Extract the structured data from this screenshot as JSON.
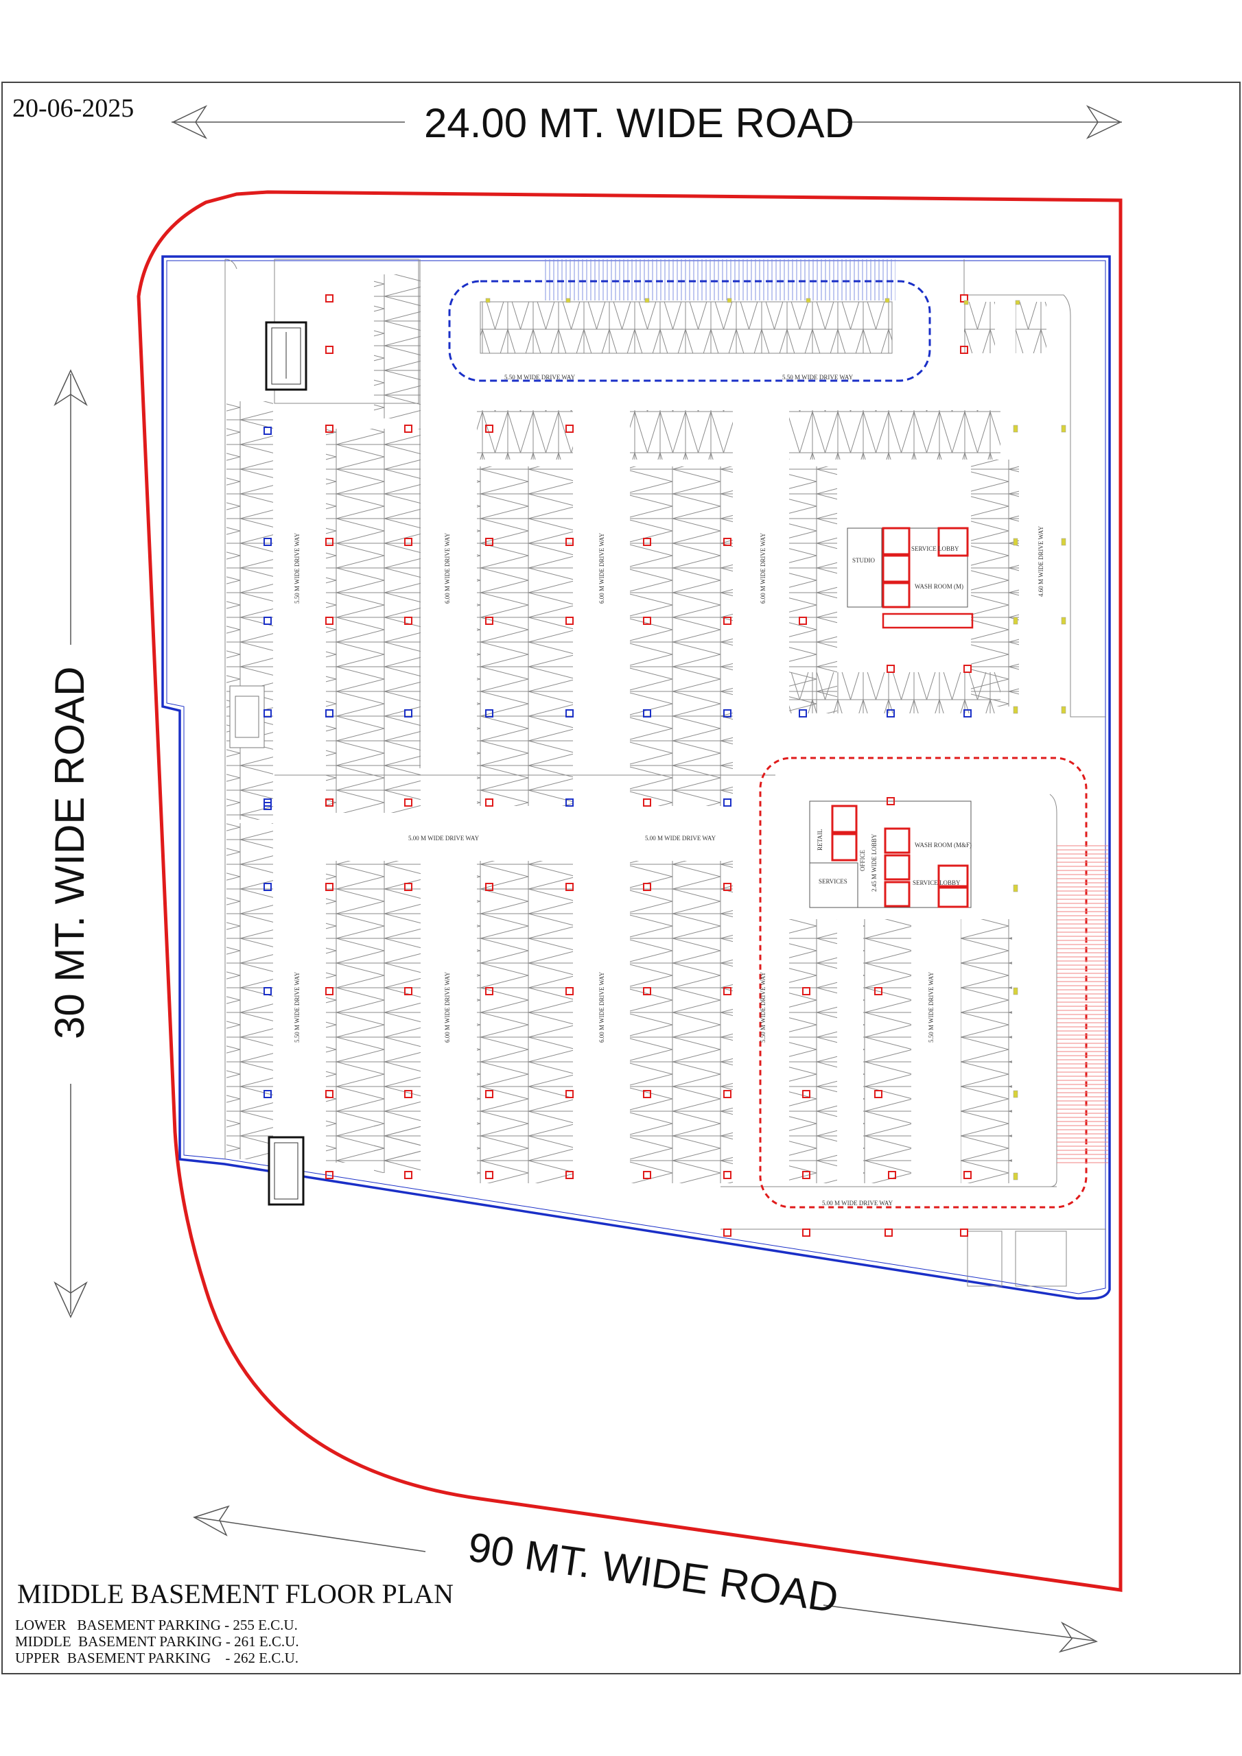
{
  "date": "20-06-2025",
  "roads": {
    "north": "24.00 MT. WIDE ROAD",
    "west": "30 MT. WIDE ROAD",
    "south": "90 MT. WIDE ROAD"
  },
  "title": "MIDDLE BASEMENT FLOOR PLAN",
  "stats": [
    "LOWER   BASEMENT PARKING - 255 E.C.U.",
    "MIDDLE  BASEMENT PARKING - 261 E.C.U.",
    "UPPER  BASEMENT PARKING    - 262 E.C.U."
  ],
  "driveways": {
    "top_left": "5.50 M WIDE DRIVE WAY",
    "top_right": "5.50 M WIDE DRIVE WAY",
    "mid_left": "5.00 M WIDE DRIVE WAY",
    "mid_right": "5.00 M WIDE DRIVE WAY",
    "bottom": "5.00 M WIDE DRIVE WAY",
    "v1_upper": "5.50 M WIDE DRIVE WAY",
    "v1_lower": "5.50 M WIDE DRIVE WAY",
    "v2_upper": "6.00 M WIDE DRIVE WAY",
    "v2_lower": "6.00 M WIDE DRIVE WAY",
    "v3_upper": "6.00 M WIDE DRIVE WAY",
    "v3_lower": "6.00 M WIDE DRIVE WAY",
    "v4_upper": "6.00 M WIDE DRIVE WAY",
    "v5_right": "4.60 M WIDE DRIVE WAY",
    "v6_lower": "5.50 M WIDE DRIVE WAY",
    "v7_lower": "5.50 M WIDE DRIVE WAY"
  },
  "rooms": {
    "studio": "STUDIO",
    "service_lobby_1": "SERVICE LOBBY",
    "washroom_m": "WASH ROOM (M)",
    "retail": "RETAIL",
    "office": "OFFICE",
    "lobby": "2.45 M WIDE LOBBY",
    "washroom_mf": "WASH ROOM (M&F)",
    "services": "SERVICES",
    "service_lobby_2": "SERVICE LOBBY"
  },
  "colors": {
    "site_boundary": "#e01b1b",
    "basement_outline": "#1a2fc7",
    "parking_lines": "#8a8a8a",
    "column_blue": "#1a2fc7",
    "column_red": "#e01b1b",
    "marker_yellow": "#d8d23a"
  }
}
